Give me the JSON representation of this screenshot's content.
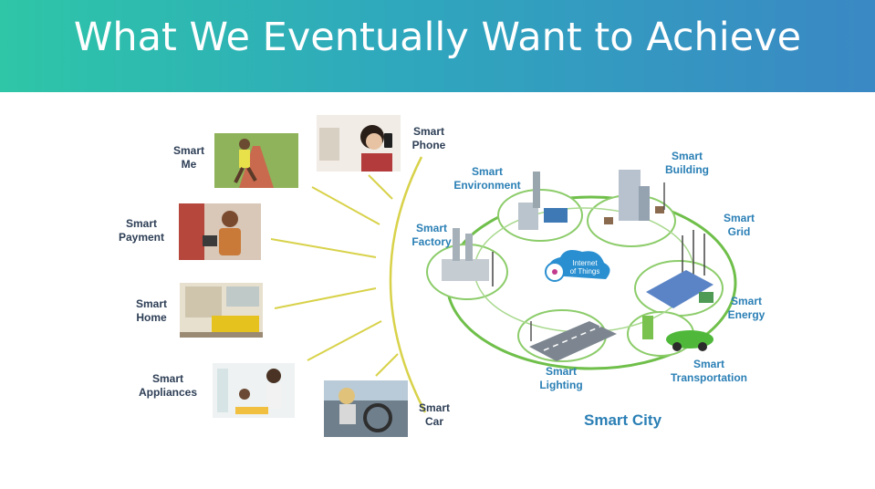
{
  "slide": {
    "title": "What We Eventually Want to Achieve"
  },
  "personal": [
    {
      "id": "me",
      "line1": "Smart",
      "line2": "Me"
    },
    {
      "id": "payment",
      "line1": "Smart",
      "line2": "Payment"
    },
    {
      "id": "home",
      "line1": "Smart",
      "line2": "Home"
    },
    {
      "id": "appliances",
      "line1": "Smart",
      "line2": "Appliances"
    },
    {
      "id": "phone",
      "line1": "Smart",
      "line2": "Phone"
    },
    {
      "id": "car",
      "line1": "Smart",
      "line2": "Car"
    }
  ],
  "city": {
    "title": "Smart City",
    "hub_line1": "Internet",
    "hub_line2": "of Things",
    "nodes": [
      {
        "id": "environment",
        "line1": "Smart",
        "line2": "Environment"
      },
      {
        "id": "building",
        "line1": "Smart",
        "line2": "Building"
      },
      {
        "id": "grid",
        "line1": "Smart",
        "line2": "Grid"
      },
      {
        "id": "factory",
        "line1": "Smart",
        "line2": "Factory"
      },
      {
        "id": "energy",
        "line1": "Smart",
        "line2": "Energy"
      },
      {
        "id": "transportation",
        "line1": "Smart",
        "line2": "Transportation"
      },
      {
        "id": "lighting",
        "line1": "Smart",
        "line2": "Lighting"
      }
    ]
  },
  "colors": {
    "banner_start": "#2ec6a7",
    "banner_end": "#3a88c4",
    "spoke": "#d8d24a",
    "ring": "#6fbf4a",
    "city_text": "#2a7fb5",
    "label_text": "#2d3e55"
  }
}
